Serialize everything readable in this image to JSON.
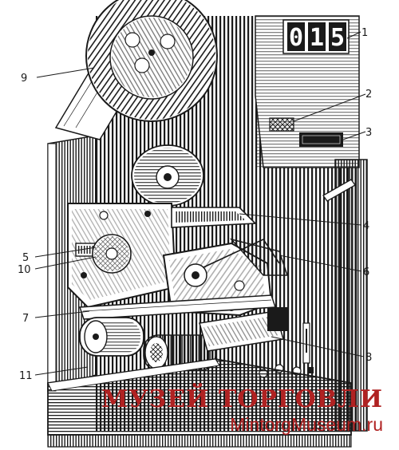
{
  "counter": {
    "digits": [
      "0",
      "1",
      "5"
    ]
  },
  "callouts": [
    {
      "label": "1"
    },
    {
      "label": "2"
    },
    {
      "label": "3"
    },
    {
      "label": "4"
    },
    {
      "label": "5"
    },
    {
      "label": "6"
    },
    {
      "label": "7"
    },
    {
      "label": "8"
    },
    {
      "label": "9"
    },
    {
      "label": "10"
    },
    {
      "label": "11"
    }
  ],
  "watermark": {
    "line1": "МУЗЕЙ ТОРГОВЛИ",
    "line2": "MintorgMuseum.ru"
  },
  "colors": {
    "ink": "#1a1a1a",
    "paper": "#ffffff",
    "watermark": "#b02222"
  }
}
